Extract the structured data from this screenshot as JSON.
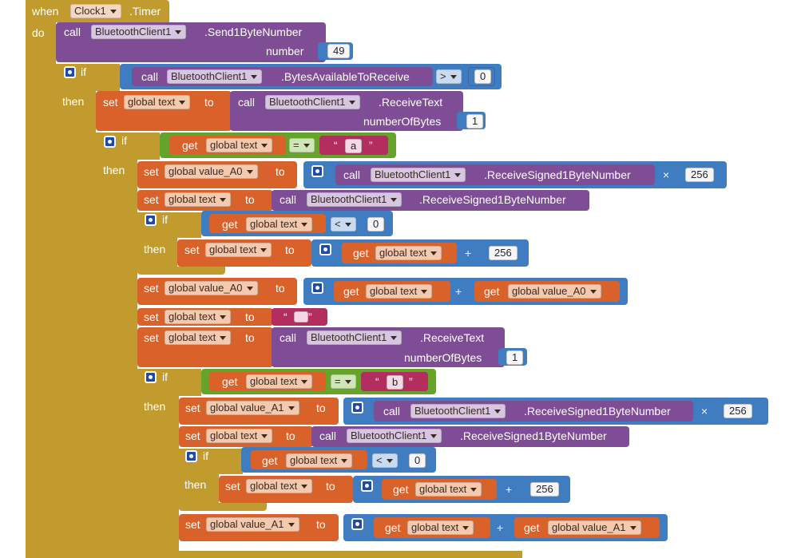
{
  "event": {
    "when": "when",
    "component": "Clock1",
    "event_name": ".Timer",
    "do": "do"
  },
  "send_call": {
    "call": "call",
    "component": "BluetoothClient1",
    "method": ".Send1ByteNumber",
    "param_label": "number",
    "param_value": "49"
  },
  "if1": {
    "if": "if",
    "then": "then",
    "call": "call",
    "component": "BluetoothClient1",
    "method": ".BytesAvailableToReceive",
    "op": ">",
    "value": "0"
  },
  "set_text1": {
    "set": "set",
    "var": "global text",
    "to": "to",
    "call": "call",
    "component": "BluetoothClient1",
    "method": ".ReceiveText",
    "param_label": "numberOfBytes",
    "param_value": "1"
  },
  "if2": {
    "if": "if",
    "then": "then",
    "get": "get",
    "var": "global text",
    "op": "=",
    "str": "a"
  },
  "set_a0_1": {
    "set": "set",
    "var": "global value_A0",
    "to": "to",
    "call": "call",
    "component": "BluetoothClient1",
    "method": ".ReceiveSigned1ByteNumber",
    "op": "×",
    "value": "256"
  },
  "set_text2": {
    "set": "set",
    "var": "global text",
    "to": "to",
    "call": "call",
    "component": "BluetoothClient1",
    "method": ".ReceiveSigned1ByteNumber"
  },
  "if3": {
    "if": "if",
    "then": "then",
    "get": "get",
    "var": "global text",
    "op": "<",
    "value": "0"
  },
  "set_text3": {
    "set": "set",
    "var": "global text",
    "to": "to",
    "get": "get",
    "get_var": "global text",
    "op": "+",
    "value": "256"
  },
  "set_a0_2": {
    "set": "set",
    "var": "global value_A0",
    "to": "to",
    "get1": "get",
    "var1": "global text",
    "op": "+",
    "get2": "get",
    "var2": "global value_A0"
  },
  "set_text4": {
    "set": "set",
    "var": "global text",
    "to": "to",
    "str": " "
  },
  "set_text5": {
    "set": "set",
    "var": "global text",
    "to": "to",
    "call": "call",
    "component": "BluetoothClient1",
    "method": ".ReceiveText",
    "param_label": "numberOfBytes",
    "param_value": "1"
  },
  "if4": {
    "if": "if",
    "then": "then",
    "get": "get",
    "var": "global text",
    "op": "=",
    "str": "b"
  },
  "set_a1_1": {
    "set": "set",
    "var": "global value_A1",
    "to": "to",
    "call": "call",
    "component": "BluetoothClient1",
    "method": ".ReceiveSigned1ByteNumber",
    "op": "×",
    "value": "256"
  },
  "set_text6": {
    "set": "set",
    "var": "global text",
    "to": "to",
    "call": "call",
    "component": "BluetoothClient1",
    "method": ".ReceiveSigned1ByteNumber"
  },
  "if5": {
    "if": "if",
    "then": "then",
    "get": "get",
    "var": "global text",
    "op": "<",
    "value": "0"
  },
  "set_text7": {
    "set": "set",
    "var": "global text",
    "to": "to",
    "get": "get",
    "get_var": "global text",
    "op": "+",
    "value": "256"
  },
  "set_a1_2": {
    "set": "set",
    "var": "global value_A1",
    "to": "to",
    "get1": "get",
    "var1": "global text",
    "op": "+",
    "get2": "get",
    "var2": "global value_A1"
  },
  "colors": {
    "event": "#c29b2e",
    "procedure": "#7f4d95",
    "control": "#c29b2e",
    "math": "#3f7cc0",
    "variable": "#d9622b",
    "logic": "#66a32a",
    "text": "#b32d5e"
  }
}
